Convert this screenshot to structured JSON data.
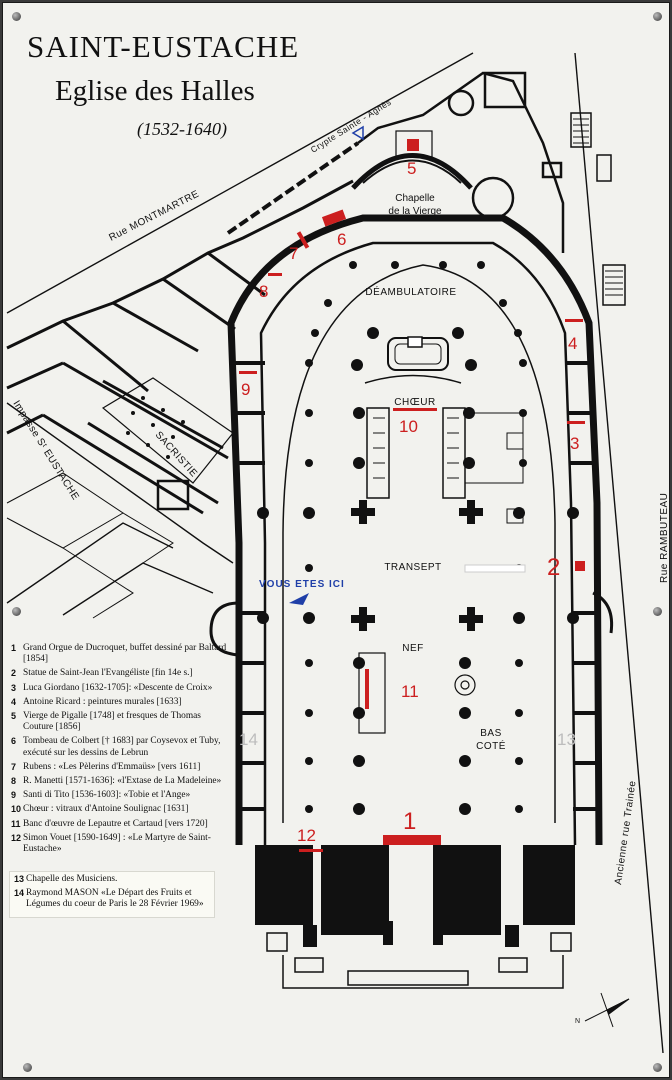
{
  "title": "SAINT-EUSTACHE",
  "subtitle": "Eglise des Halles",
  "dates": "(1532-1640)",
  "streets": {
    "montmartre": "Rue MONTMARTRE",
    "impasse": "Impasse Sᵗ EUSTACHE",
    "rambuteau": "Rue RAMBUTEAU",
    "ancienne": "Ancienne rue Trainée",
    "crypte": "Crypte Sainte - Agnès"
  },
  "areas": {
    "chapelle_1": "Chapelle",
    "chapelle_2": "de la Vierge",
    "deambulatoire": "DÉAMBULATOIRE",
    "choeur": "CHŒUR",
    "transept": "TRANSEPT",
    "nef": "NEF",
    "bas_1": "BAS",
    "bas_2": "COTÉ",
    "sacristie": "SACRISTIE",
    "you_are_here": "VOUS ETES ICI",
    "north": "N"
  },
  "markers": {
    "m1": "1",
    "m2": "2",
    "m3": "3",
    "m4": "4",
    "m5": "5",
    "m6": "6",
    "m7": "7",
    "m8": "8",
    "m9": "9",
    "m10": "10",
    "m11": "11",
    "m12": "12",
    "m13": "13",
    "m14": "14"
  },
  "legend": [
    {
      "num": "1",
      "text": "Grand Orgue de Ducroquet, buffet dessiné par Baltard [1854]"
    },
    {
      "num": "2",
      "text": "Statue de Saint-Jean l'Evangéliste [fin 14e s.]"
    },
    {
      "num": "3",
      "text": "Luca Giordano [1632-1705]: «Descente de Croix»"
    },
    {
      "num": "4",
      "text": "Antoine Ricard : peintures murales [1633]"
    },
    {
      "num": "5",
      "text": "Vierge de Pigalle [1748] et fresques de Thomas Couture [1856]"
    },
    {
      "num": "6",
      "text": "Tombeau de Colbert [† 1683] par Coysevox et Tuby, exécuté sur les dessins de Lebrun"
    },
    {
      "num": "7",
      "text": "Rubens : «Les Pèlerins d'Emmaüs» [vers 1611]"
    },
    {
      "num": "8",
      "text": "R. Manetti [1571-1636]: «l'Extase de La Madeleine»"
    },
    {
      "num": "9",
      "text": "Santi di Tito [1536-1603]: «Tobie et l'Ange»"
    },
    {
      "num": "10",
      "text": "Chœur : vitraux d'Antoine Soulignac [1631]"
    },
    {
      "num": "11",
      "text": "Banc d'œuvre de Lepautre et Cartaud [vers 1720]"
    },
    {
      "num": "12",
      "text": "Simon Vouet [1590-1649] : «Le Martyre de Saint-Eustache»"
    }
  ],
  "legend_extra": [
    {
      "num": "13",
      "text": "Chapelle des Musiciens."
    },
    {
      "num": "14",
      "text": "Raymond MASON «Le Départ des Fruits et Légumes du coeur de Paris le 28 Février 1969»"
    }
  ],
  "colors": {
    "marker": "#cc1f1f",
    "here": "#1f3fa8",
    "walls": "#111111",
    "background": "#f2f2ee"
  }
}
